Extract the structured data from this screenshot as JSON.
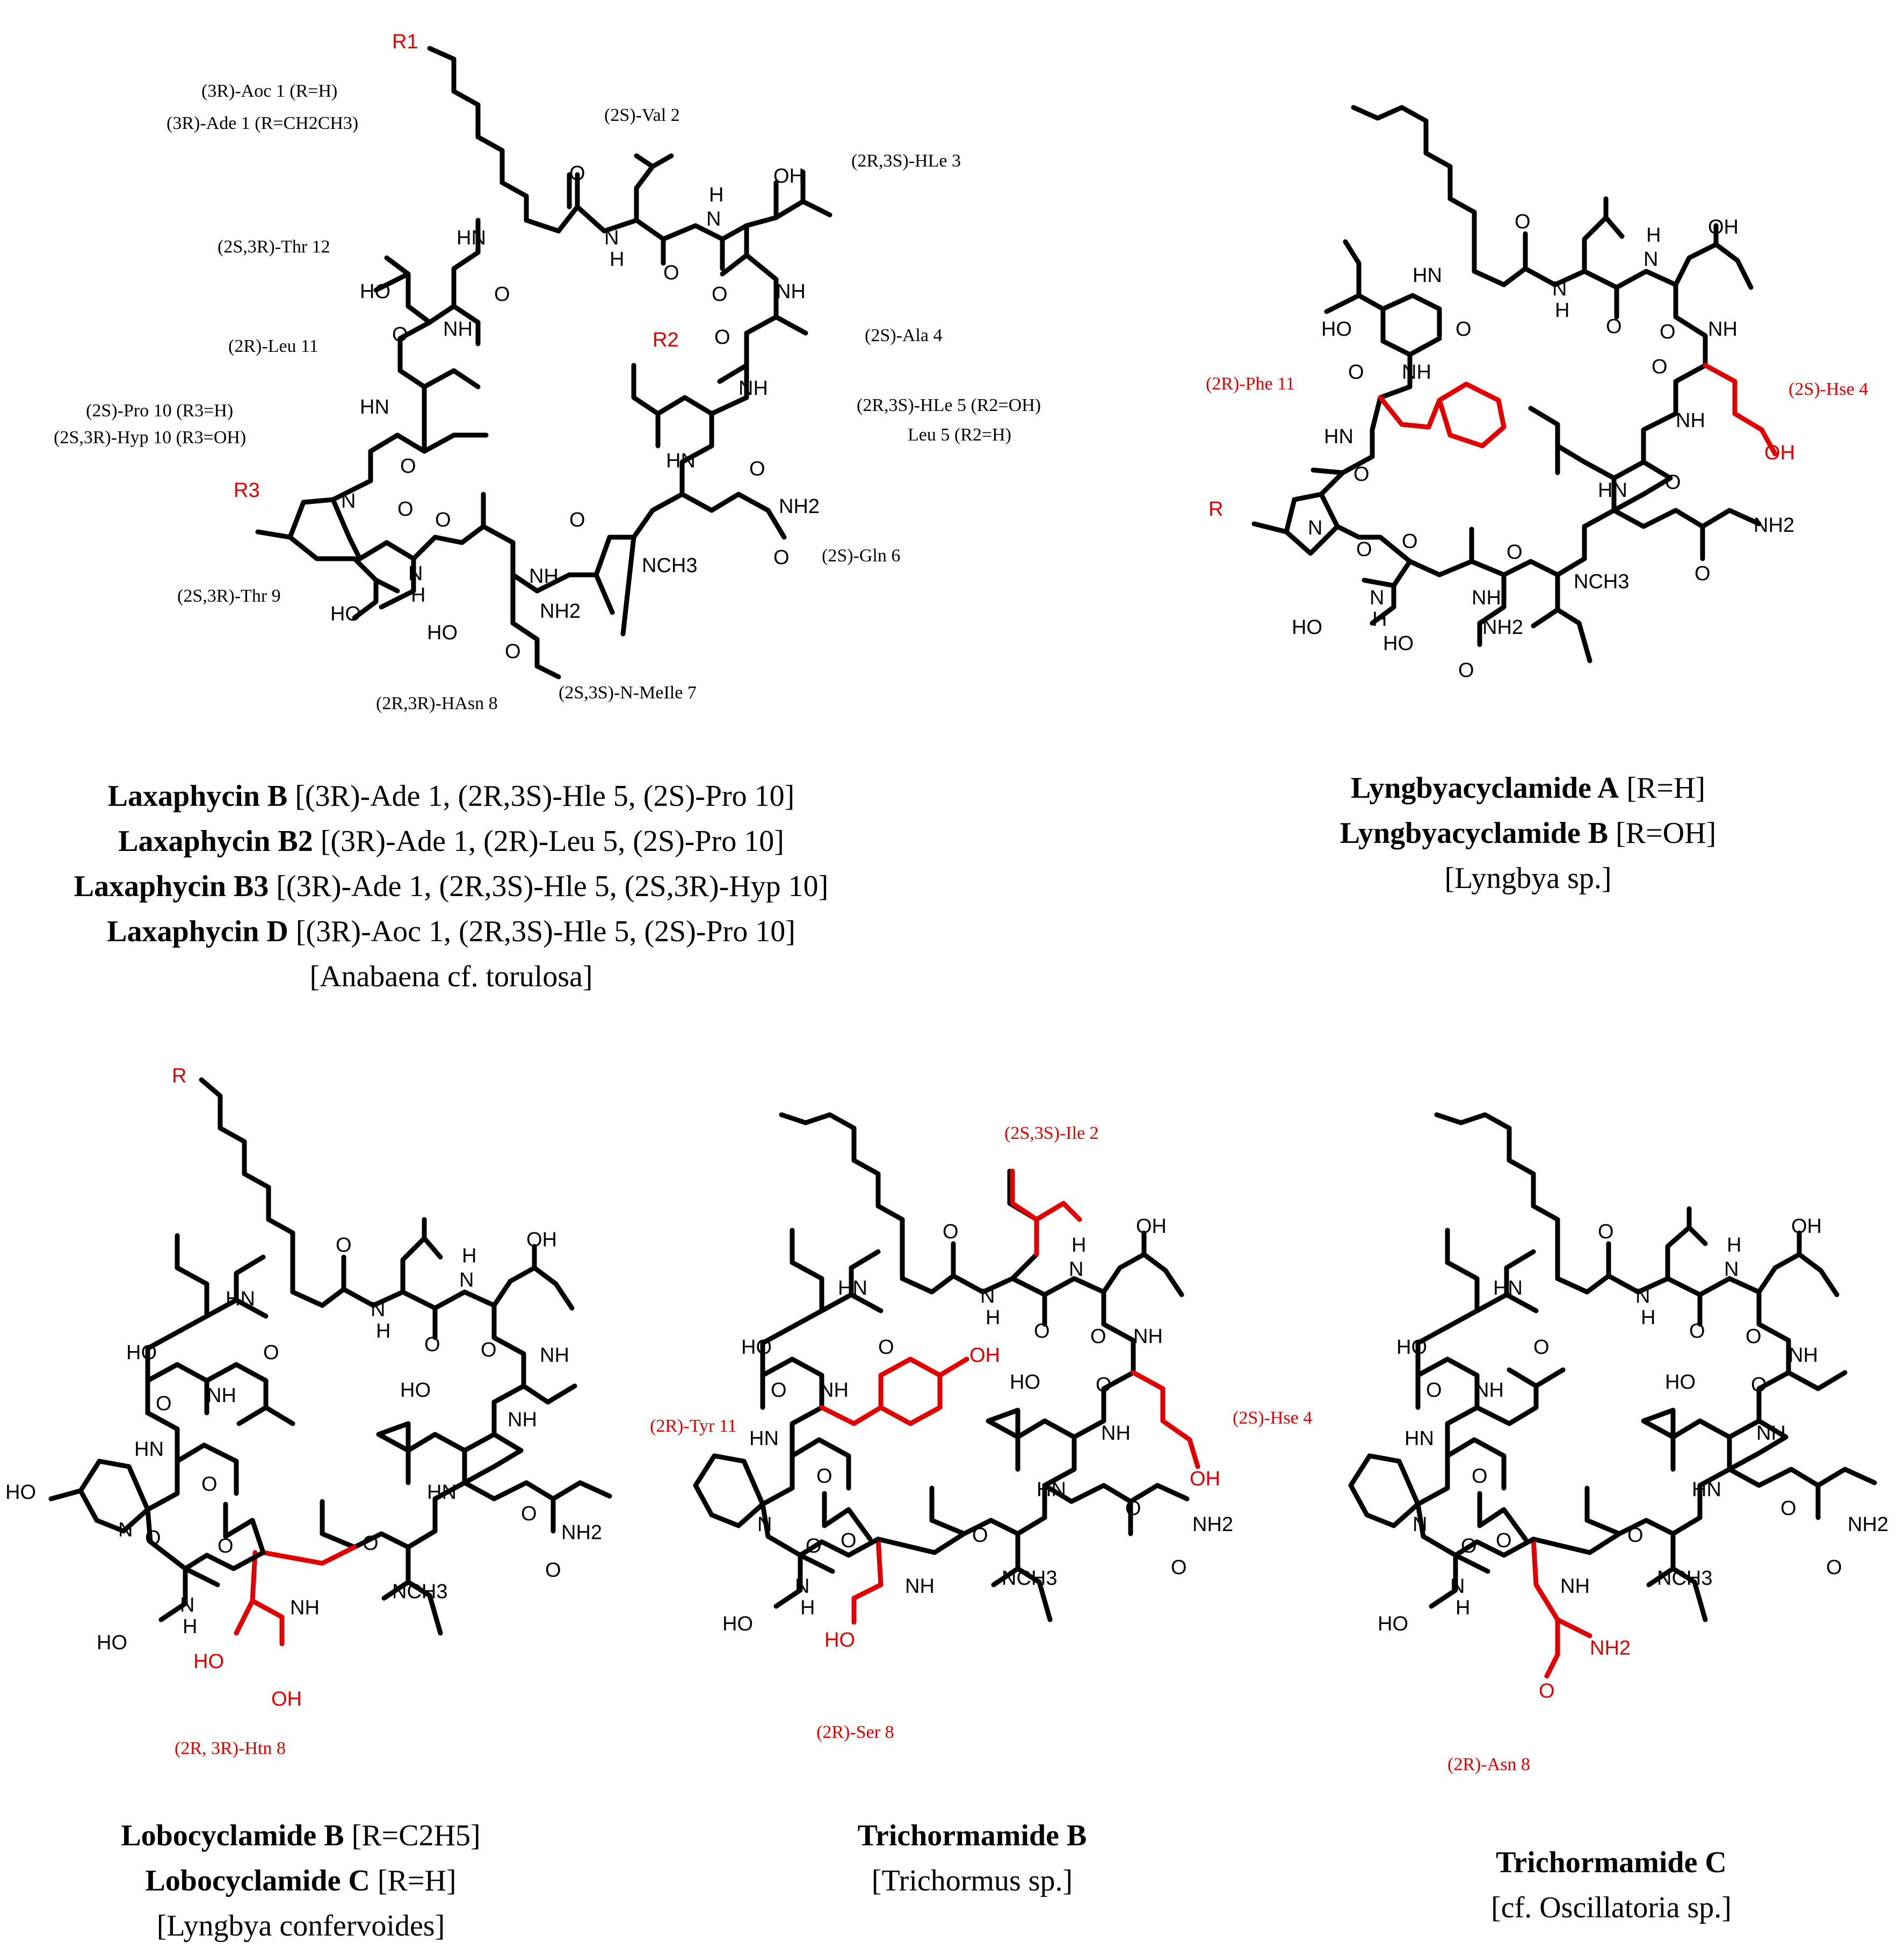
{
  "atoms": {
    "nh": "NH",
    "hn": "HN",
    "n": "N",
    "h": "H",
    "o": "O",
    "oh": "OH",
    "ho": "HO",
    "nh2": "NH2",
    "nch3": "NCH3",
    "r": "R",
    "r1": "R1",
    "r2": "R2",
    "r3": "R3"
  },
  "laxaphycin": {
    "residues": {
      "aoc": "(3R)-Aoc 1 (R=H)",
      "ade": "(3R)-Ade 1 (R=CH2CH3)",
      "val": "(2S)-Val 2",
      "hle3": "(2R,3S)-HLe 3",
      "thr12": "(2S,3R)-Thr 12",
      "leu11": "(2R)-Leu 11",
      "ala4": "(2S)-Ala 4",
      "pro10": "(2S)-Pro 10 (R3=H)",
      "hyp10": "(2S,3R)-Hyp 10 (R3=OH)",
      "hle5": "(2R,3S)-HLe 5 (R2=OH)",
      "leu5": "Leu 5 (R2=H)",
      "gln6": "(2S)-Gln 6",
      "thr9": "(2S,3R)-Thr 9",
      "hasn8": "(2R,3R)-HAsn 8",
      "meile7": "(2S,3S)-N-MeIle 7"
    },
    "captions": [
      {
        "name": "Laxaphycin B",
        "detail": "[(3R)-Ade 1, (2R,3S)-Hle 5, (2S)-Pro 10]"
      },
      {
        "name": "Laxaphycin B2",
        "detail": "[(3R)-Ade 1, (2R)-Leu 5, (2S)-Pro 10]"
      },
      {
        "name": "Laxaphycin B3",
        "detail": "[(3R)-Ade 1, (2R,3S)-Hle 5, (2S,3R)-Hyp 10]"
      },
      {
        "name": "Laxaphycin D",
        "detail": "[(3R)-Aoc 1, (2R,3S)-Hle 5, (2S)-Pro 10]"
      }
    ],
    "source": "[Anabaena cf. torulosa]"
  },
  "lyngbyacyclamide": {
    "residues": {
      "phe11": "(2R)-Phe 11",
      "hse4": "(2S)-Hse 4"
    },
    "captions": [
      {
        "name": "Lyngbyacyclamide A",
        "detail": "[R=H]"
      },
      {
        "name": "Lyngbyacyclamide B",
        "detail": "[R=OH]"
      }
    ],
    "source": "[Lyngbya sp.]"
  },
  "lobocyclamide": {
    "residues": {
      "htn8": "(2R, 3R)-Htn 8"
    },
    "captions": [
      {
        "name": "Lobocyclamide B",
        "detail": "[R=C2H5]"
      },
      {
        "name": "Lobocyclamide C",
        "detail": "[R=H]"
      }
    ],
    "source": "[Lyngbya confervoides]"
  },
  "trichormamide_b": {
    "residues": {
      "ile2": "(2S,3S)-Ile 2",
      "tyr11": "(2R)-Tyr 11",
      "hse4": "(2S)-Hse 4",
      "ser8": "(2R)-Ser 8"
    },
    "name": "Trichormamide B",
    "source": "[Trichormus sp.]"
  },
  "trichormamide_c": {
    "residues": {
      "asn8": "(2R)-Asn 8"
    },
    "name": "Trichormamide C",
    "source": "[cf. Oscillatoria sp.]"
  },
  "colors": {
    "highlight": "#e00000",
    "bond": "#000000"
  }
}
